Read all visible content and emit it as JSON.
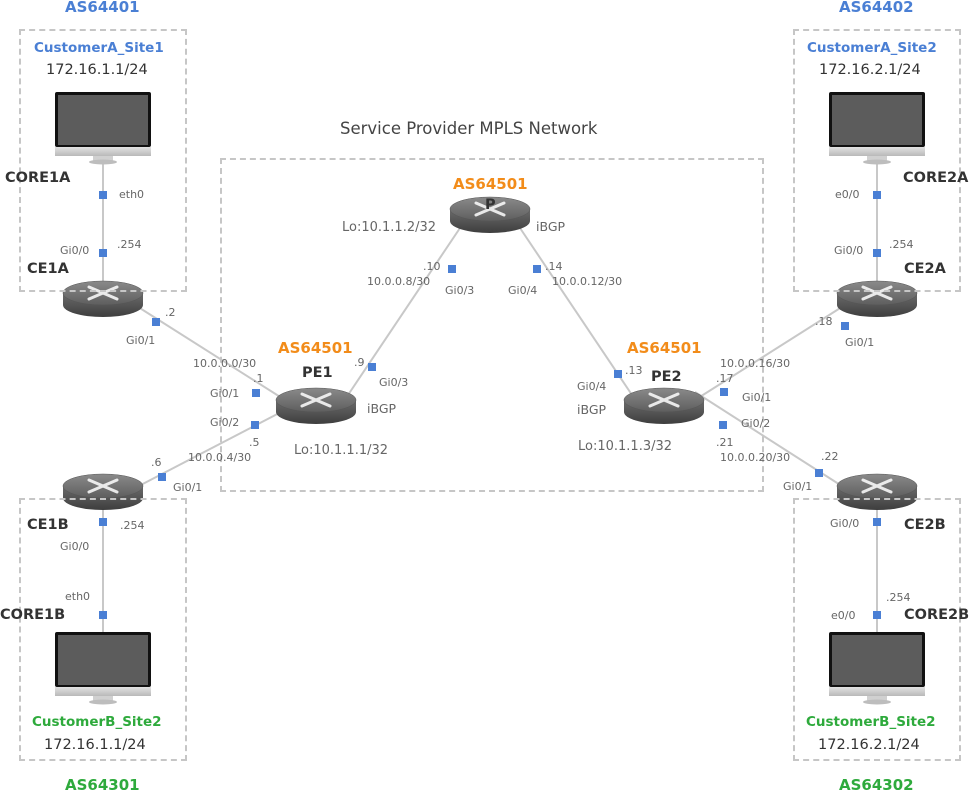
{
  "title": "Service Provider MPLS Network",
  "colors": {
    "customer_a": "#4a7fd4",
    "customer_b": "#2eaa3c",
    "provider": "#f28c1a",
    "port": "#4a7fd4",
    "link": "#c8c8c8"
  },
  "sites": {
    "a1": {
      "as": "AS64401",
      "name": "CustomerA_Site1",
      "subnet": "172.16.1.1/24"
    },
    "a2": {
      "as": "AS64402",
      "name": "CustomerA_Site2",
      "subnet": "172.16.2.1/24"
    },
    "b1": {
      "as": "AS64301",
      "name": "CustomerB_Site2",
      "subnet": "172.16.1.1/24"
    },
    "b2": {
      "as": "AS64302",
      "name": "CustomerB_Site2",
      "subnet": "172.16.2.1/24"
    }
  },
  "nodes": {
    "core1a": {
      "name": "CORE1A",
      "type": "host-icon"
    },
    "core2a": {
      "name": "CORE2A",
      "type": "host-icon"
    },
    "core1b": {
      "name": "CORE1B",
      "type": "host-icon"
    },
    "core2b": {
      "name": "CORE2B",
      "type": "host-icon"
    },
    "ce1a": {
      "name": "CE1A",
      "type": "router-icon"
    },
    "ce2a": {
      "name": "CE2A",
      "type": "router-icon"
    },
    "ce1b": {
      "name": "CE1B",
      "type": "router-icon"
    },
    "ce2b": {
      "name": "CE2B",
      "type": "router-icon"
    },
    "pe1": {
      "name": "PE1",
      "as": "AS64501",
      "loopback": "Lo:10.1.1.1/32",
      "protocol": "iBGP",
      "type": "router-icon"
    },
    "pe2": {
      "name": "PE2",
      "as": "AS64501",
      "loopback": "Lo:10.1.1.3/32",
      "protocol": "iBGP",
      "type": "router-icon"
    },
    "p": {
      "name": "P",
      "as": "AS64501",
      "loopback": "Lo:10.1.1.2/32",
      "protocol": "iBGP",
      "type": "router-icon"
    }
  },
  "links": {
    "core1a_ce1a": {
      "a_intf": "eth0",
      "b_intf": "Gi0/0",
      "b_ip": ".254"
    },
    "core2a_ce2a": {
      "a_intf": "e0/0",
      "b_intf": "Gi0/0",
      "b_ip": ".254"
    },
    "ce1b_core1b": {
      "a_intf": "Gi0/0",
      "a_ip": ".254",
      "b_intf": "eth0"
    },
    "ce2b_core2b": {
      "a_intf": "Gi0/0",
      "b_ip": ".254",
      "b_intf": "e0/0"
    },
    "ce1a_pe1": {
      "subnet": "10.0.0.0/30",
      "a_intf": "Gi0/1",
      "a_ip": ".2",
      "b_intf": "Gi0/1",
      "b_ip": ".1"
    },
    "ce1b_pe1": {
      "subnet": "10.0.0.4/30",
      "a_intf": "Gi0/1",
      "a_ip": ".6",
      "b_intf": "Gi0/2",
      "b_ip": ".5"
    },
    "pe1_p": {
      "subnet": "10.0.0.8/30",
      "a_intf": "Gi0/3",
      "a_ip": ".9",
      "b_intf": "Gi0/3",
      "b_ip": ".10"
    },
    "p_pe2": {
      "subnet": "10.0.0.12/30",
      "a_intf": "Gi0/4",
      "a_ip": ".14",
      "b_intf": "Gi0/4",
      "b_ip": ".13"
    },
    "pe2_ce2a": {
      "subnet": "10.0.0.16/30",
      "a_intf": "Gi0/1",
      "a_ip": ".17",
      "b_intf": "Gi0/1",
      "b_ip": ".18"
    },
    "pe2_ce2b": {
      "subnet": "10.0.0.20/30",
      "a_intf": "Gi0/2",
      "a_ip": ".21",
      "b_intf": "Gi0/1",
      "b_ip": ".22"
    }
  }
}
